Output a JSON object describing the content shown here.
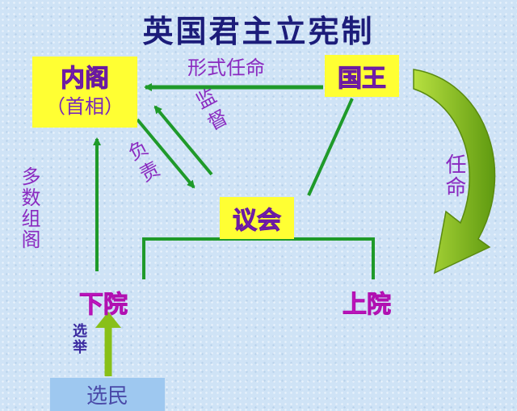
{
  "title": "英国君主立宪制",
  "nodes": {
    "cabinet_main": "内阁",
    "cabinet_sub": "（首相）",
    "king": "国王",
    "parliament": "议会",
    "lower_house": "下院",
    "upper_house": "上院",
    "voters": "选民"
  },
  "labels": {
    "formal_appoint": "形式任命",
    "appoint": "任命",
    "supervise": "监督",
    "responsible": "负责",
    "majority": "多数组阁",
    "elect": "选举"
  },
  "colors": {
    "arrow_green": "#1f9a2a",
    "big_arrow": "#88c018",
    "node_yellow": "#ffff33",
    "text_purple": "#8a2ac0",
    "house_magenta": "#ee22ee",
    "voters_bg": "#9ec8f0"
  }
}
